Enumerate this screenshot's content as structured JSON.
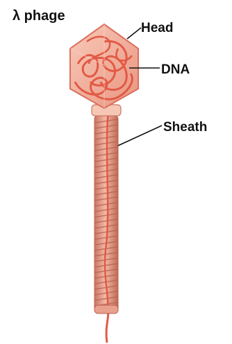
{
  "diagram": {
    "title": "λ phage",
    "labels": {
      "head": "Head",
      "dna": "DNA",
      "sheath": "Sheath"
    }
  },
  "colors": {
    "head_fill": "#f2a896",
    "head_edge": "#d9705d",
    "dna": "#e25a45",
    "sheath_fill": "#e9a08c",
    "sheath_stripe": "#b9614f",
    "leader": "#111111"
  }
}
